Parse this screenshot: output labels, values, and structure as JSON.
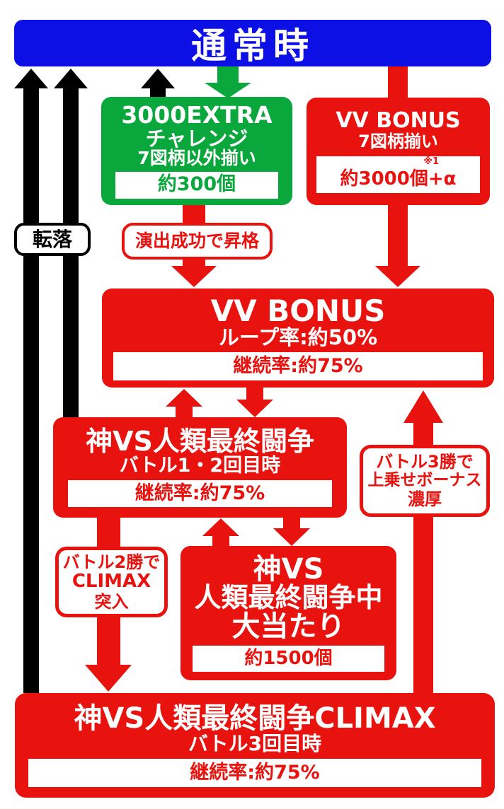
{
  "colors": {
    "blue": "#0d10e4",
    "green": "#0aa73c",
    "red": "#e8120e",
    "black": "#000000",
    "white": "#ffffff"
  },
  "banner": {
    "title": "通常時"
  },
  "extra_box": {
    "line1": "3000EXTRA",
    "line2": "チャレンジ",
    "line3": "7図柄以外揃い",
    "payout": "約300個"
  },
  "vv_top_box": {
    "line1": "VV BONUS",
    "line2": "7図柄揃い",
    "payout": "約3000個+α",
    "note": "※1"
  },
  "vv_mid_box": {
    "line1": "VV BONUS",
    "line2": "ループ率:約50%",
    "rate": "継続率:約75%"
  },
  "battle_box": {
    "line1": "神VS人類最終闘争",
    "line2": "バトル1・2回目時",
    "rate": "継続率:約75%"
  },
  "jackpot_box": {
    "line1": "神VS",
    "line2": "人類最終闘争中",
    "line3": "大当たり",
    "payout": "約1500個"
  },
  "climax_box": {
    "line1": "神VS人類最終闘争CLIMAX",
    "line2": "バトル3回目時",
    "rate": "継続率:約75%"
  },
  "labels": {
    "fall": "転落",
    "promotion": "演出成功で昇格",
    "battle2": [
      "バトル2勝で",
      "CLIMAX",
      "突入"
    ],
    "battle3": [
      "バトル3勝で",
      "上乗せボーナス",
      "濃厚"
    ]
  }
}
